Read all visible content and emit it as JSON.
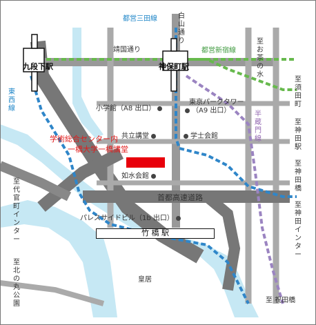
{
  "colors": {
    "background": "#ffffff",
    "road": "#7a7a7a",
    "river": "#c6e8f4",
    "tozai_line": "#2f86c9",
    "mita_line": "#2f86c9",
    "shinjuku_line": "#67b94d",
    "hanzomon_line": "#9b84c1",
    "destination": "#e8000b",
    "label_blue": "#1f86c8",
    "label_green": "#3f9a3f",
    "label_purple": "#9166b0",
    "label_red": "#e21b1b"
  },
  "lines": {
    "toei_mita": "都営三田線",
    "toei_shinjuku": "都営新宿線",
    "tozai": "東西線",
    "hanzomon": "半蔵門線"
  },
  "streets": {
    "hakusan": "白山通り",
    "yasukuni": "靖国通り",
    "expressway": "首都高速道路"
  },
  "stations": {
    "kudanshita": "九段下駅",
    "jimbocho": "神保町駅",
    "takebashi": "竹 橋 駅"
  },
  "landmarks": {
    "shogakukan": "小学館（A8 出口）",
    "tokyo_park_tower_1": "東京パークタワー",
    "tokyo_park_tower_2": "（A9 出口）",
    "kyoritsu": "共立講堂",
    "gakushikaikan": "学士会館",
    "josuikaikan": "如水会館",
    "palace_side": "パレスサイドビル（1b 出口）",
    "kokyo": "皇居"
  },
  "destination": {
    "line1": "学術総合センター内",
    "line2": "一橋大学一橋講堂"
  },
  "directions": {
    "ochanomizu": "至お茶の水",
    "sudacho": "至須田町",
    "kanda_eki": "至神田駅",
    "kanda_bashi": "至神田橋",
    "kanda_ic": "至神田インター",
    "daikancho_ic": "至代官町インター",
    "kitanomaru": "至北の丸公園",
    "shukubashi": "至 祝田橋"
  }
}
